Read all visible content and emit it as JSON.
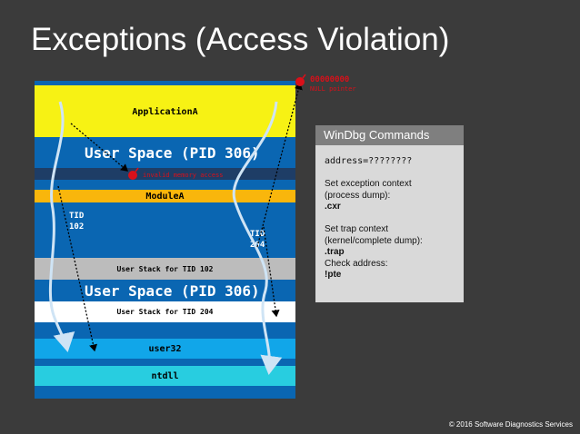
{
  "slide": {
    "title": "Exceptions (Access Violation)",
    "copyright": "© 2016 Software Diagnostics Services"
  },
  "diagram": {
    "application": "ApplicationA",
    "user_space_top": "User Space (PID 306)",
    "module": "ModuleA",
    "tid1": [
      "TID",
      "102"
    ],
    "tid2": [
      "TID",
      "204"
    ],
    "user_stack_1": "User Stack for TID 102",
    "user_space_bottom": "User Space (PID 306)",
    "user_stack_2": "User Stack for TID 204",
    "user32": "user32",
    "ntdll": "ntdll",
    "null_address": "00000000",
    "null_label": "NULL pointer",
    "invalid_label": "invalid memory access"
  },
  "panel": {
    "title": "WinDbg Commands",
    "address_line": "address=????????",
    "exception_lines": [
      "Set exception context",
      "(process dump):"
    ],
    "cxr": ".cxr",
    "trap_lines": [
      "Set trap context",
      "(kernel/complete dump):"
    ],
    "trap": ".trap",
    "check": "Check address:",
    "pte": "!pte"
  },
  "colors": {
    "background": "#3b3b3b",
    "yellow": "#f7f214",
    "blue": "#0a66b2",
    "module": "#f9b60c",
    "user32": "#11a6e9",
    "ntdll": "#28cde0",
    "alert_red": "#d9101a"
  },
  "icons": {
    "bomb": "bomb-icon"
  }
}
